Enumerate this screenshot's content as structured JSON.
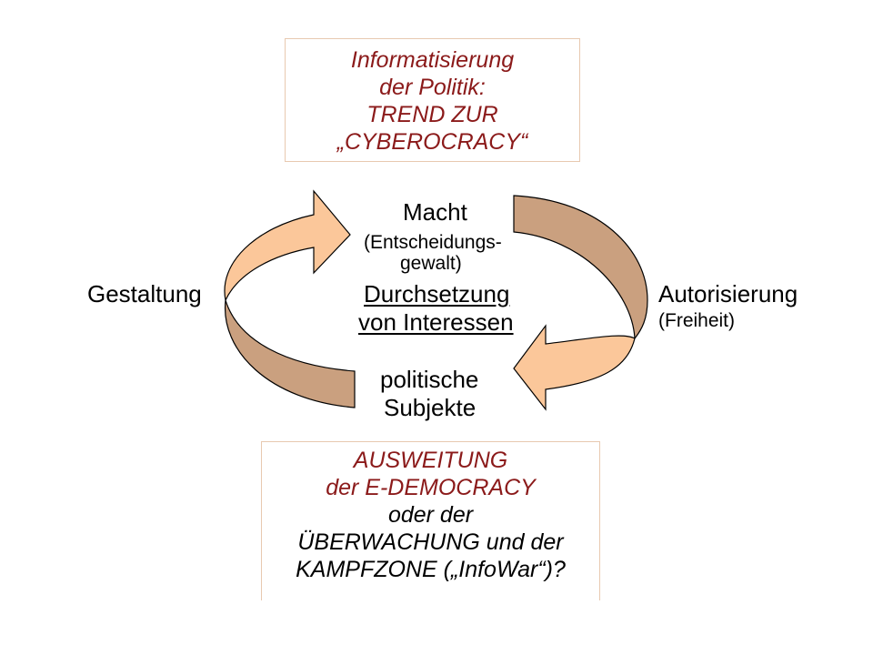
{
  "top_box": {
    "lines": [
      "Informatisierung",
      "der Politik:",
      "TREND ZUR",
      "„CYBEROCRACY“"
    ]
  },
  "center": {
    "macht": "Macht",
    "macht_sub1": "(Entscheidungs-",
    "macht_sub2": "gewalt)",
    "durch1": "Durchsetzung",
    "durch2": "von Interessen",
    "subj1": "politische",
    "subj2": "Subjekte"
  },
  "left_label": "Gestaltung",
  "right_label": "Autorisierung",
  "right_sub": "(Freiheit)",
  "bottom_box": {
    "lines": [
      "AUSWEITUNG",
      "der E-DEMOCRACY",
      "oder der",
      "ÜBERWACHUNG und der",
      "KAMPFZONE („InfoWar“)?"
    ]
  },
  "colors": {
    "arrow_face": "#fbc79a",
    "arrow_side": "#caa07f",
    "box_text": "#8b1a1a",
    "box_border": "#e8c9b0"
  }
}
